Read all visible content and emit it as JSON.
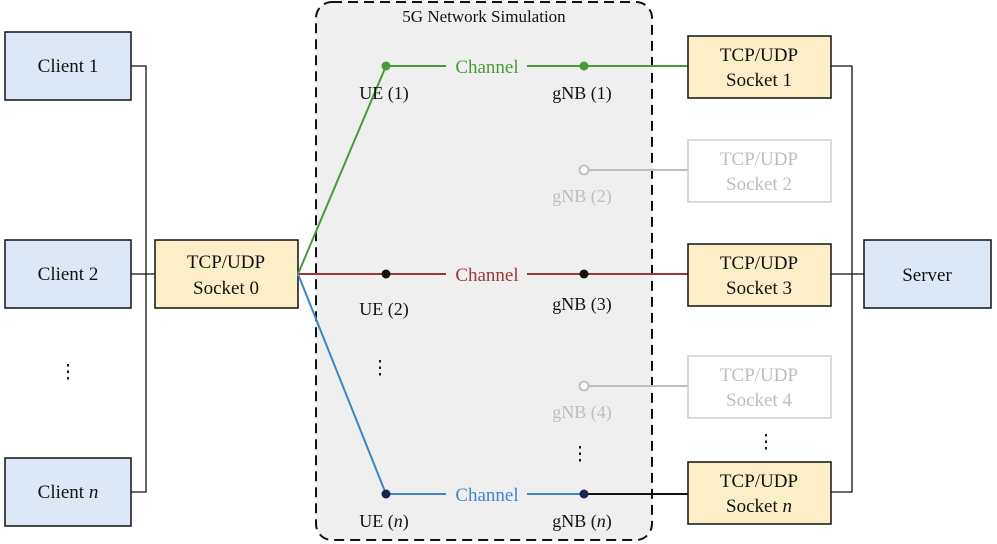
{
  "simulation": {
    "title": "5G Network Simulation"
  },
  "clients": [
    {
      "label": "Client 1",
      "var": ""
    },
    {
      "label": "Client 2",
      "var": ""
    },
    {
      "label": "Client ",
      "var": "n"
    }
  ],
  "ellipsis": "⋮",
  "socket0": {
    "line1": "TCP/UDP",
    "line2": "Socket 0"
  },
  "ues": [
    {
      "label": "UE (",
      "var": "1",
      "italic": false,
      "suffix": ")"
    },
    {
      "label": "UE (",
      "var": "2",
      "italic": false,
      "suffix": ")"
    },
    {
      "label": "UE (",
      "var": "n",
      "italic": true,
      "suffix": ")"
    }
  ],
  "gnbs": [
    {
      "label": "gNB (",
      "var": "1",
      "suffix": ")",
      "active": true
    },
    {
      "label": "gNB (",
      "var": "2",
      "suffix": ")",
      "active": false
    },
    {
      "label": "gNB (",
      "var": "3",
      "suffix": ")",
      "active": true
    },
    {
      "label": "gNB (",
      "var": "4",
      "suffix": ")",
      "active": false
    },
    {
      "label": "gNB (",
      "var": "n",
      "suffix": ")",
      "active": true
    }
  ],
  "channel_label": "Channel",
  "sockets": [
    {
      "line1": "TCP/UDP",
      "line2": "Socket 1",
      "var": "",
      "active": true
    },
    {
      "line1": "TCP/UDP",
      "line2": "Socket 2",
      "var": "",
      "active": false
    },
    {
      "line1": "TCP/UDP",
      "line2": "Socket 3",
      "var": "",
      "active": true
    },
    {
      "line1": "TCP/UDP",
      "line2": "Socket 4",
      "var": "",
      "active": false
    },
    {
      "line1": "TCP/UDP",
      "line2": "Socket ",
      "var": "n",
      "active": true
    }
  ],
  "server": {
    "label": "Server"
  },
  "colors": {
    "client_fill": "#dce8f5",
    "socket_fill": "#fcefc8",
    "sim_fill": "#efefef",
    "green": "#4a9a3c",
    "red": "#9a3a36",
    "blue": "#3f86c8",
    "inactive": "#bdbdbd",
    "node_dark": "#1a2450"
  }
}
